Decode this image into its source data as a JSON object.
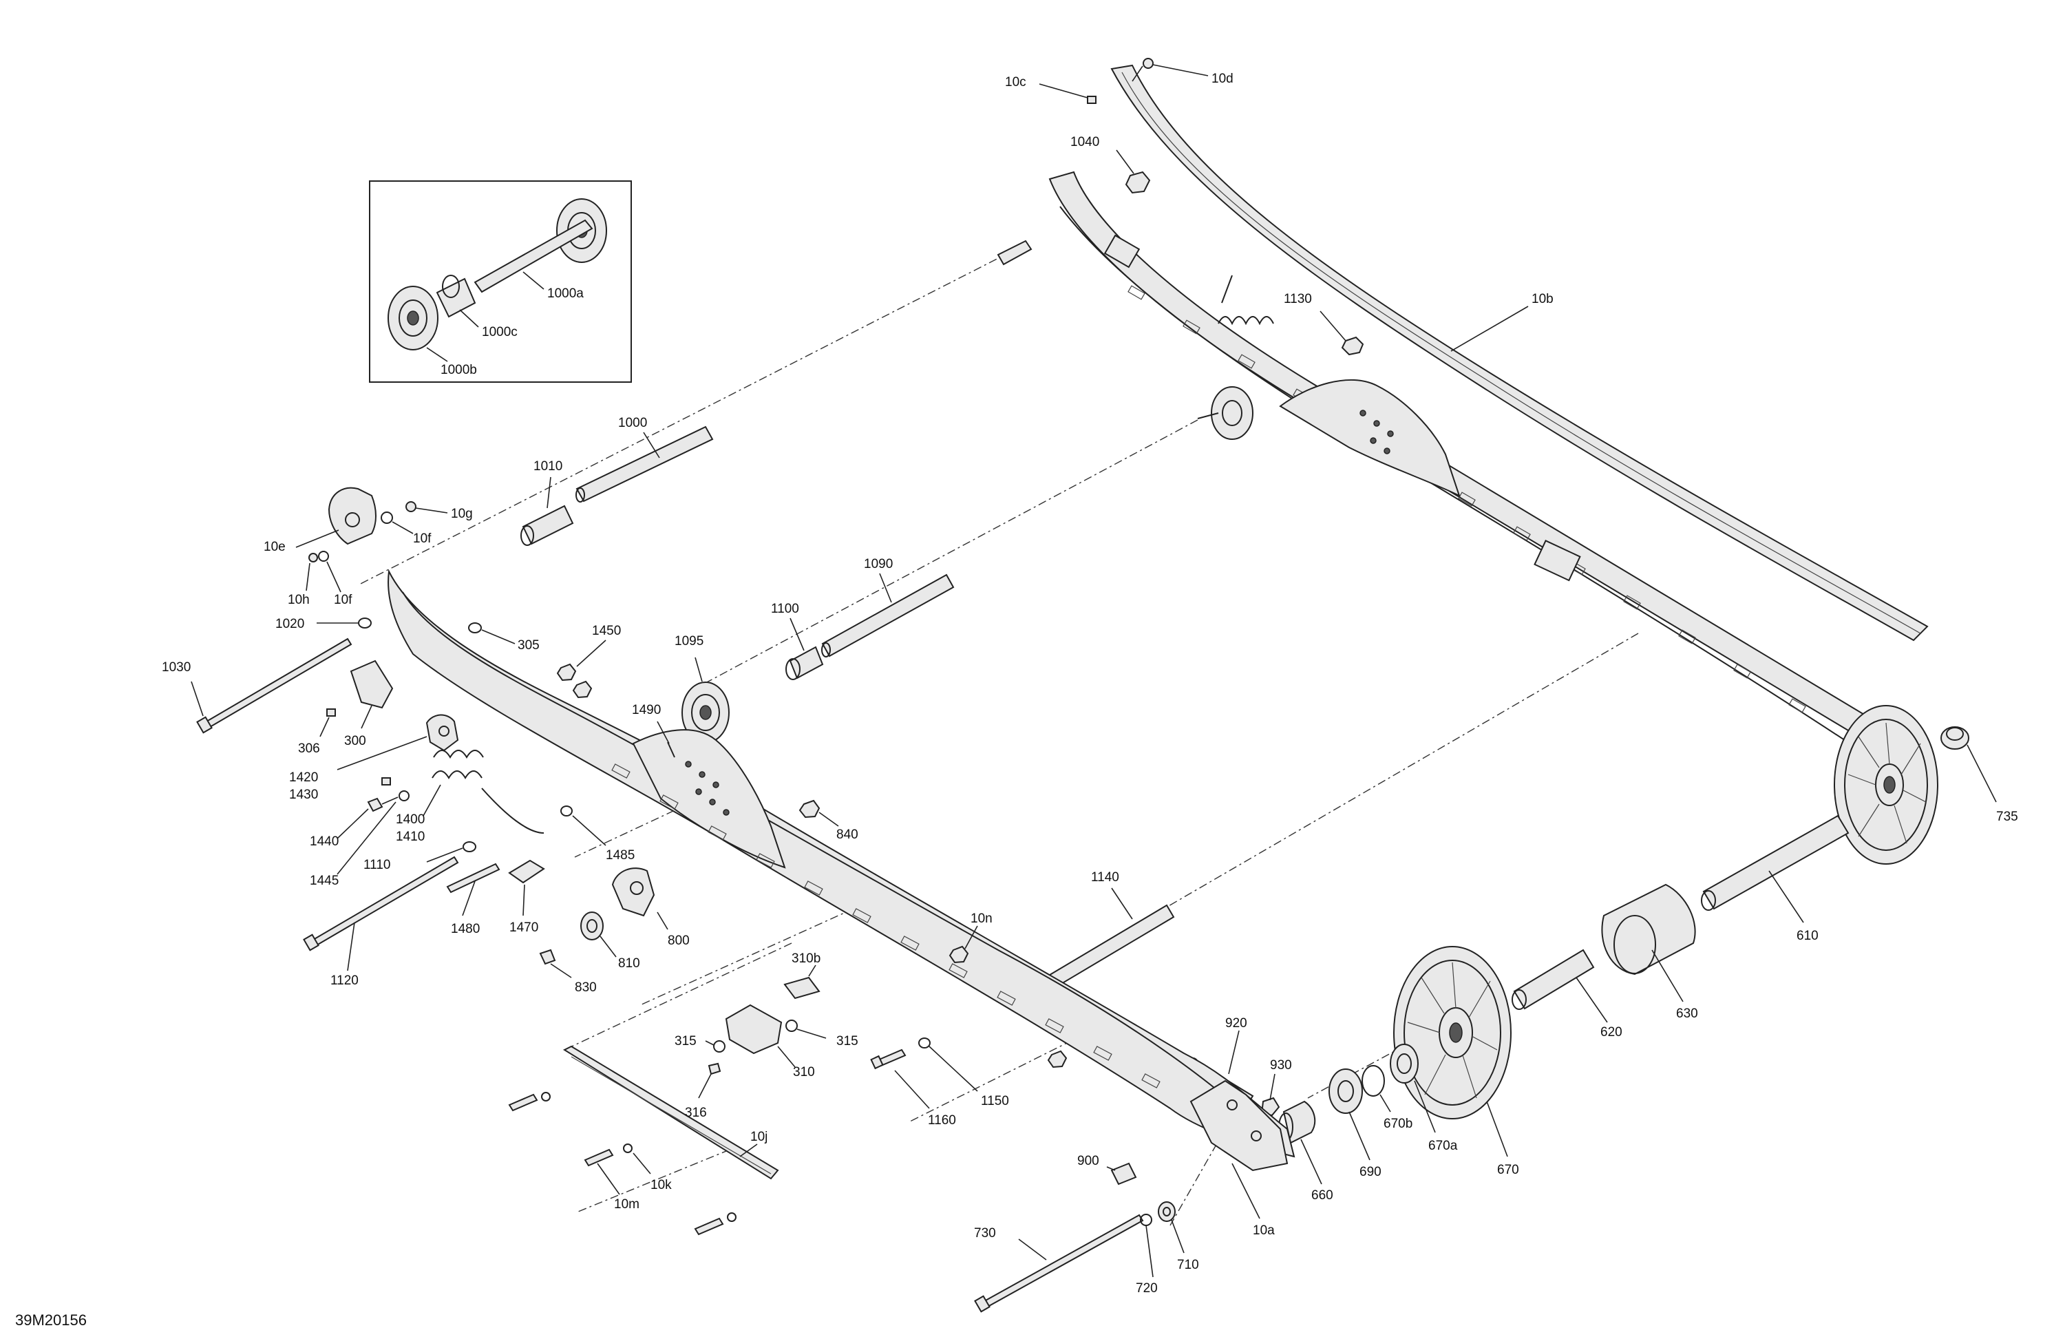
{
  "drawing_code": "39M20156",
  "callouts": [
    {
      "id": "c-10c",
      "text": "10c"
    },
    {
      "id": "c-10d",
      "text": "10d"
    },
    {
      "id": "c-1040",
      "text": "1040"
    },
    {
      "id": "c-1130",
      "text": "1130"
    },
    {
      "id": "c-10b",
      "text": "10b"
    },
    {
      "id": "c-1000a",
      "text": "1000a"
    },
    {
      "id": "c-1000c",
      "text": "1000c"
    },
    {
      "id": "c-1000b",
      "text": "1000b"
    },
    {
      "id": "c-1000",
      "text": "1000"
    },
    {
      "id": "c-1010",
      "text": "1010"
    },
    {
      "id": "c-10g",
      "text": "10g"
    },
    {
      "id": "c-10f-a",
      "text": "10f"
    },
    {
      "id": "c-10e",
      "text": "10e"
    },
    {
      "id": "c-10h",
      "text": "10h"
    },
    {
      "id": "c-10f-b",
      "text": "10f"
    },
    {
      "id": "c-1090",
      "text": "1090"
    },
    {
      "id": "c-1100",
      "text": "1100"
    },
    {
      "id": "c-1020",
      "text": "1020"
    },
    {
      "id": "c-305",
      "text": "305"
    },
    {
      "id": "c-1450",
      "text": "1450"
    },
    {
      "id": "c-1095",
      "text": "1095"
    },
    {
      "id": "c-1030",
      "text": "1030"
    },
    {
      "id": "c-306",
      "text": "306"
    },
    {
      "id": "c-300",
      "text": "300"
    },
    {
      "id": "c-1490",
      "text": "1490"
    },
    {
      "id": "c-1420",
      "text": "1420"
    },
    {
      "id": "c-1430",
      "text": "1430"
    },
    {
      "id": "c-1440",
      "text": "1440"
    },
    {
      "id": "c-1400",
      "text": "1400"
    },
    {
      "id": "c-1410",
      "text": "1410"
    },
    {
      "id": "c-1445",
      "text": "1445"
    },
    {
      "id": "c-1110",
      "text": "1110"
    },
    {
      "id": "c-1485",
      "text": "1485"
    },
    {
      "id": "c-840",
      "text": "840"
    },
    {
      "id": "c-735",
      "text": "735"
    },
    {
      "id": "c-1480",
      "text": "1480"
    },
    {
      "id": "c-1470",
      "text": "1470"
    },
    {
      "id": "c-1140",
      "text": "1140"
    },
    {
      "id": "c-800",
      "text": "800"
    },
    {
      "id": "c-1120",
      "text": "1120"
    },
    {
      "id": "c-810",
      "text": "810"
    },
    {
      "id": "c-10n",
      "text": "10n"
    },
    {
      "id": "c-610",
      "text": "610"
    },
    {
      "id": "c-830",
      "text": "830"
    },
    {
      "id": "c-310b",
      "text": "310b"
    },
    {
      "id": "c-630",
      "text": "630"
    },
    {
      "id": "c-315-a",
      "text": "315"
    },
    {
      "id": "c-315-b",
      "text": "315"
    },
    {
      "id": "c-310",
      "text": "310"
    },
    {
      "id": "c-920",
      "text": "920"
    },
    {
      "id": "c-620",
      "text": "620"
    },
    {
      "id": "c-930",
      "text": "930"
    },
    {
      "id": "c-1150",
      "text": "1150"
    },
    {
      "id": "c-316",
      "text": "316"
    },
    {
      "id": "c-1160",
      "text": "1160"
    },
    {
      "id": "c-670b",
      "text": "670b"
    },
    {
      "id": "c-10j",
      "text": "10j"
    },
    {
      "id": "c-670a",
      "text": "670a"
    },
    {
      "id": "c-670",
      "text": "670"
    },
    {
      "id": "c-690",
      "text": "690"
    },
    {
      "id": "c-10k",
      "text": "10k"
    },
    {
      "id": "c-900",
      "text": "900"
    },
    {
      "id": "c-660",
      "text": "660"
    },
    {
      "id": "c-10m",
      "text": "10m"
    },
    {
      "id": "c-730",
      "text": "730"
    },
    {
      "id": "c-710",
      "text": "710"
    },
    {
      "id": "c-10a",
      "text": "10a"
    },
    {
      "id": "c-720",
      "text": "720"
    }
  ]
}
